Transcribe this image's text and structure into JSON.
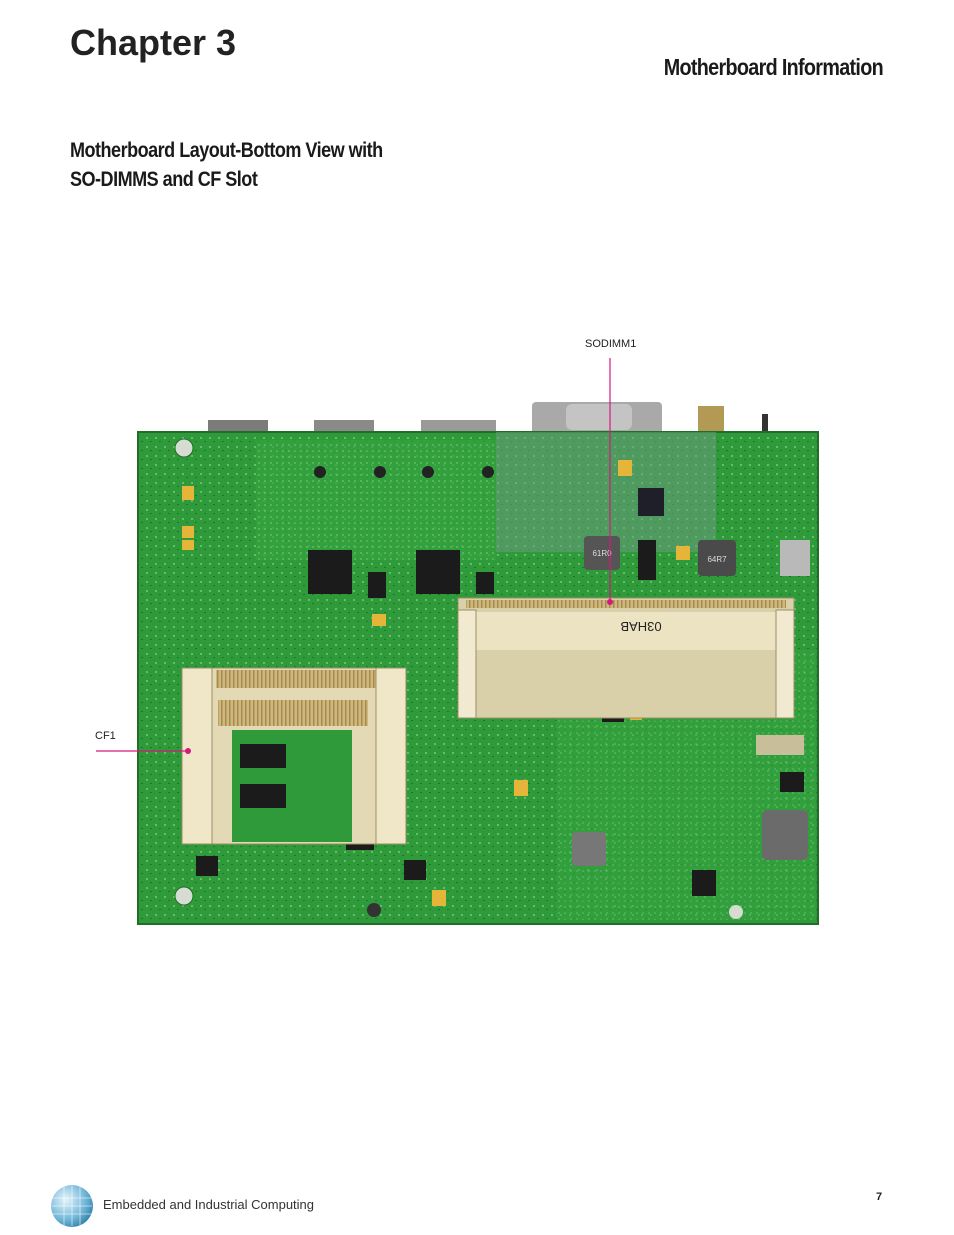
{
  "header": {
    "chapter": "Chapter 3",
    "section_title": "Motherboard Information"
  },
  "subheading": {
    "line1": "Motherboard Layout-Bottom View with",
    "line2": "SO-DIMMS and CF Slot"
  },
  "callouts": {
    "sodimm": "SODIMM1",
    "cf": "CF1"
  },
  "board_silkscreen": {
    "sodimm_label": "03HAB",
    "inductor1": "61R0",
    "inductor2": "64R7"
  },
  "colors": {
    "callout_line": "#d6197e",
    "pcb_green": "#2e9a3a",
    "slot_cream": "#ece3c2"
  },
  "footer": {
    "company_text": "Embedded and Industrial Computing",
    "page_number": "7"
  }
}
